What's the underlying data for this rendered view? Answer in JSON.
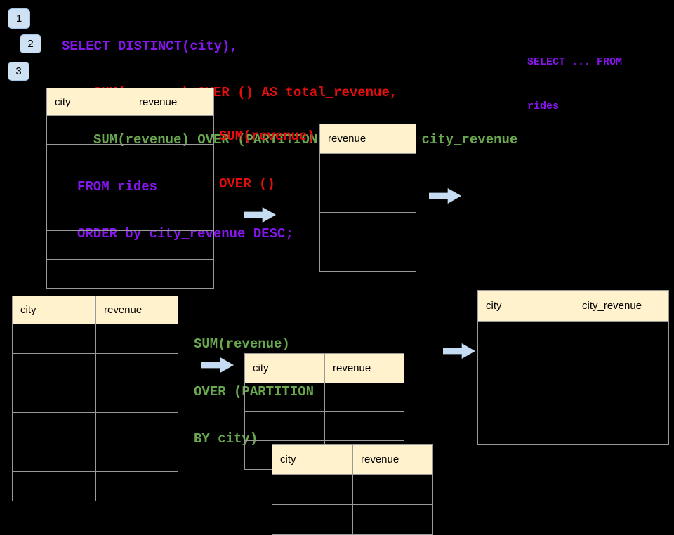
{
  "colors": {
    "background": "#000000",
    "table_header_fill": "#FFF2CC",
    "table_border": "#9A9A9A",
    "badge_fill": "#CFE2F3",
    "arrow_fill": "#C5DCF2",
    "sql_purple": "#8516EC",
    "sql_red": "#E80D0D",
    "sql_green": "#6AA84F"
  },
  "badges": [
    "1",
    "2",
    "3"
  ],
  "sql": {
    "lines": [
      "SELECT DISTINCT(city),",
      "SUM(revenue) OVER () AS total_revenue,",
      "SUM(revenue) OVER (PARTITION BY city) as city_revenue",
      "FROM rides",
      "ORDER by city_revenue DESC;"
    ]
  },
  "side_note": [
    "SELECT ... FROM",
    "rides"
  ],
  "labels": {
    "total": [
      "SUM(revenue)",
      "OVER ()"
    ],
    "partition": [
      "SUM(revenue)",
      "OVER (PARTITION",
      "BY city)"
    ]
  },
  "tables": {
    "rides_top": {
      "headers": [
        "city",
        "revenue"
      ],
      "rows": 6
    },
    "total_revenue": {
      "headers": [
        "revenue"
      ],
      "rows": 4
    },
    "rides_bottom": {
      "headers": [
        "city",
        "revenue"
      ],
      "rows": 6
    },
    "partition_front": {
      "headers": [
        "city",
        "revenue"
      ],
      "rows": 3
    },
    "partition_back": {
      "headers": [
        "city",
        "revenue"
      ],
      "rows": 2
    },
    "result": {
      "headers": [
        "city",
        "city_revenue"
      ],
      "rows": 4
    }
  }
}
